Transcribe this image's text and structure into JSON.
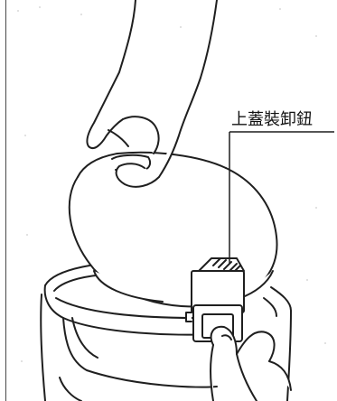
{
  "callout": {
    "label": "上蓋裝卸鈕"
  },
  "colors": {
    "line": "#1f1f1f",
    "background": "#ffffff",
    "noise": "#d8d8d8"
  },
  "icons": {
    "hand_top": "hand-gripping-lid",
    "hand_bottom": "thumb-pressing-button",
    "lid": "pot-lid",
    "pot": "rice-cooker-body",
    "button": "lid-release-button"
  }
}
